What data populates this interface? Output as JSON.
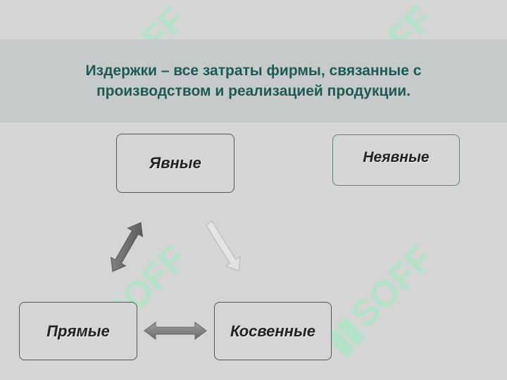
{
  "title": "Издержки – все затраты фирмы, связанные с производством и реализацией продукции.",
  "watermark_text": "SOFF",
  "nodes": {
    "explicit": "Явные",
    "implicit": "Неявные",
    "direct": "Прямые",
    "indirect": "Косвенные"
  },
  "colors": {
    "background": "#d5d5d5",
    "title_band": "#c6cacb",
    "title_text": "#1d5a55",
    "watermark": "#a8e6c0",
    "arrow_dark": "#6e6e6e",
    "arrow_light": "#dedede"
  }
}
